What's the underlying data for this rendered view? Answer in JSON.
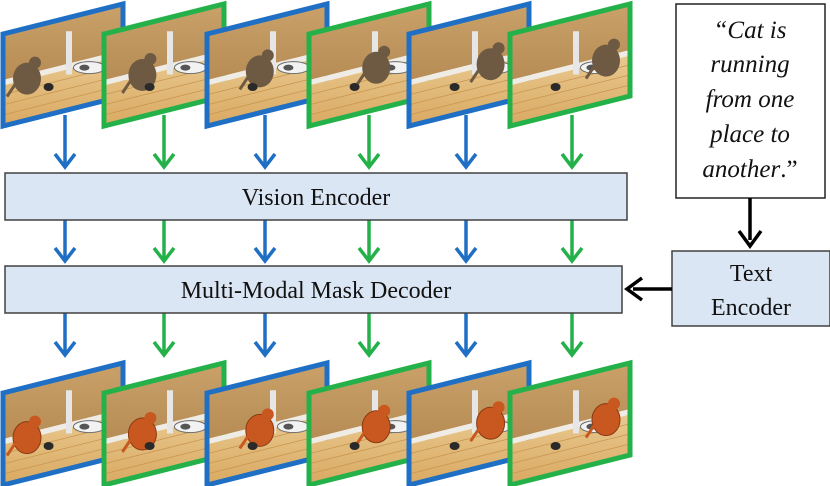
{
  "vision_encoder": {
    "label": "Vision Encoder"
  },
  "mask_decoder": {
    "label": "Multi-Modal Mask Decoder"
  },
  "text_encoder": {
    "line1": "Text",
    "line2": "Encoder"
  },
  "query": {
    "line1": "“Cat is",
    "line2": "running",
    "line3": "from one",
    "line4": "place to",
    "line5_italic": "another",
    "line5_end": ".”"
  },
  "frame_colors": [
    "blue",
    "green",
    "blue",
    "green",
    "blue",
    "green"
  ],
  "colors": {
    "blue": "#1f6fc4",
    "green": "#25b14a",
    "box_fill": "#dbe6f4",
    "box_stroke": "#404040",
    "arrow_black": "#000000",
    "mask": "#c8581f"
  }
}
